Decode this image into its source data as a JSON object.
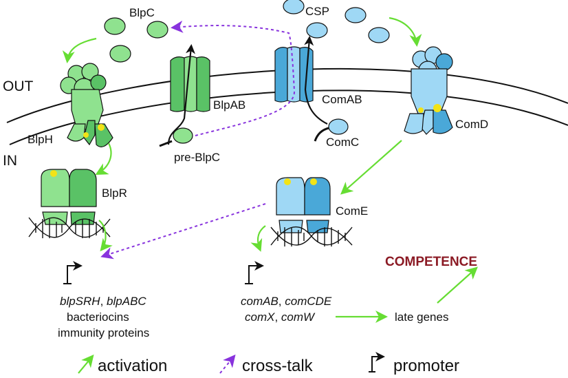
{
  "labels": {
    "out": "OUT",
    "in": "IN",
    "blpc": "BlpC",
    "csp": "CSP",
    "blpab": "BlpAB",
    "comab": "ComAB",
    "blph": "BlpH",
    "comd": "ComD",
    "pre_blpc": "pre-BlpC",
    "comc": "ComC",
    "blpr": "BlpR",
    "come": "ComE",
    "late_genes": "late genes",
    "competence": "COMPETENCE"
  },
  "blp_genes": {
    "line1_a": "blpSRH",
    "line1_sep": ", ",
    "line1_b": "blpABC",
    "line2": "bacteriocins",
    "line3": "immunity proteins"
  },
  "com_genes": {
    "line1_a": "comAB",
    "line1_sep": ", ",
    "line1_b": "comCDE",
    "line2_a": "comX",
    "line2_sep": ", ",
    "line2_b": "comW"
  },
  "legend": {
    "activation": "activation",
    "cross_talk": "cross-talk",
    "promoter": "promoter"
  },
  "colors": {
    "blp_light": "#8fe28f",
    "blp_dark": "#5ac266",
    "com_light": "#9fd8f5",
    "com_dark": "#4aa8d8",
    "activation_arrow": "#66dd33",
    "crosstalk_arrow": "#8833dd",
    "competence_text": "#8b1a24",
    "phosphate": "#f2e316"
  }
}
